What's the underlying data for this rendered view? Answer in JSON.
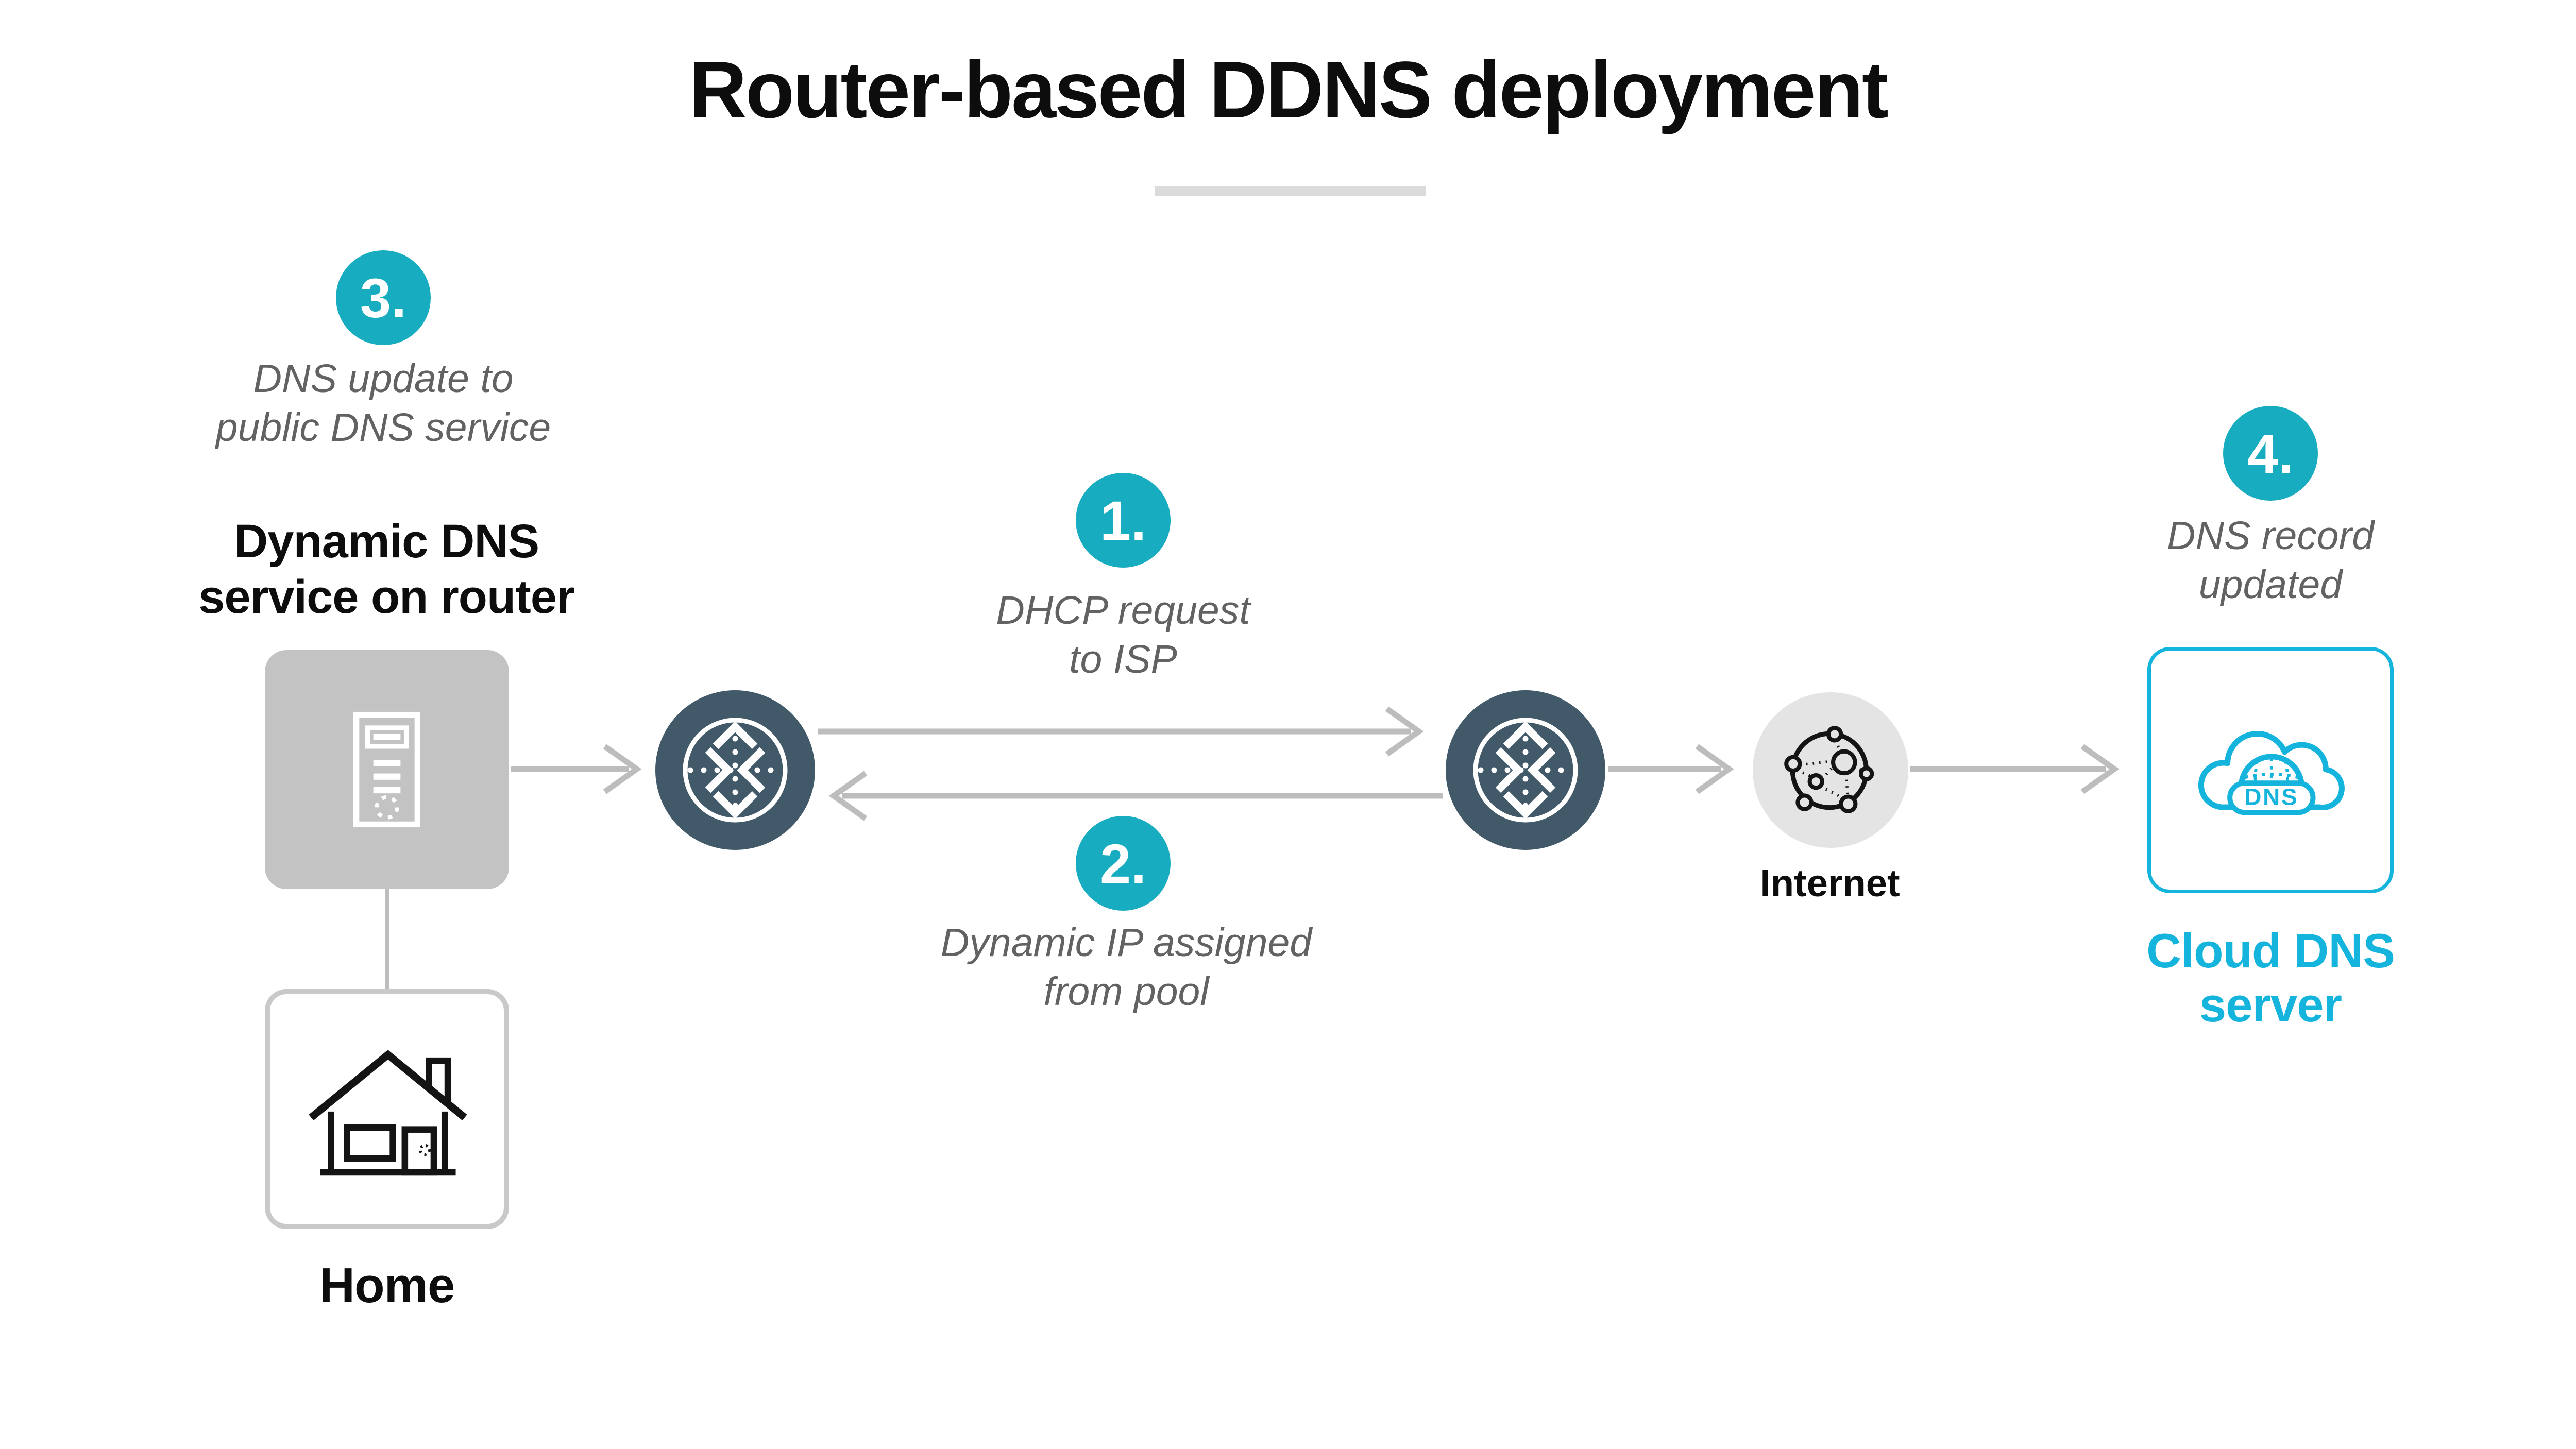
{
  "title": "Router-based DDNS deployment",
  "colors": {
    "accent_teal": "#17acbf",
    "cloud_cyan": "#15b4dc",
    "router_slate": "#42596a",
    "internet_bg": "#e4e4e4",
    "server_box_bg": "#c3c3c3",
    "home_border": "#c9c9c9",
    "connector_gray": "#bdbdbd",
    "divider_gray": "#dbdbdb",
    "caption_gray": "#626262",
    "text_black": "#0d0d0d"
  },
  "steps": [
    {
      "number": "1.",
      "caption_line1": "DHCP request",
      "caption_line2": "to ISP"
    },
    {
      "number": "2.",
      "caption_line1": "Dynamic IP assigned",
      "caption_line2": "from pool"
    },
    {
      "number": "3.",
      "caption_line1": "DNS update to",
      "caption_line2": "public DNS service"
    },
    {
      "number": "4.",
      "caption_line1": "DNS record",
      "caption_line2": "updated"
    }
  ],
  "nodes": {
    "dynamic_dns_label_line1": "Dynamic DNS",
    "dynamic_dns_label_line2": "service on router",
    "home_label": "Home",
    "internet_label": "Internet",
    "cloud_label_line1": "Cloud DNS",
    "cloud_label_line2": "server",
    "cloud_icon_text": "DNS"
  },
  "icons": {
    "server_box": "server-tower",
    "home_box": "house-outline",
    "router_left": "crossed-arrows-router",
    "router_right": "crossed-arrows-router",
    "internet": "connected-nodes-globe",
    "cloud_dns": "cloud-with-dns-globe"
  }
}
